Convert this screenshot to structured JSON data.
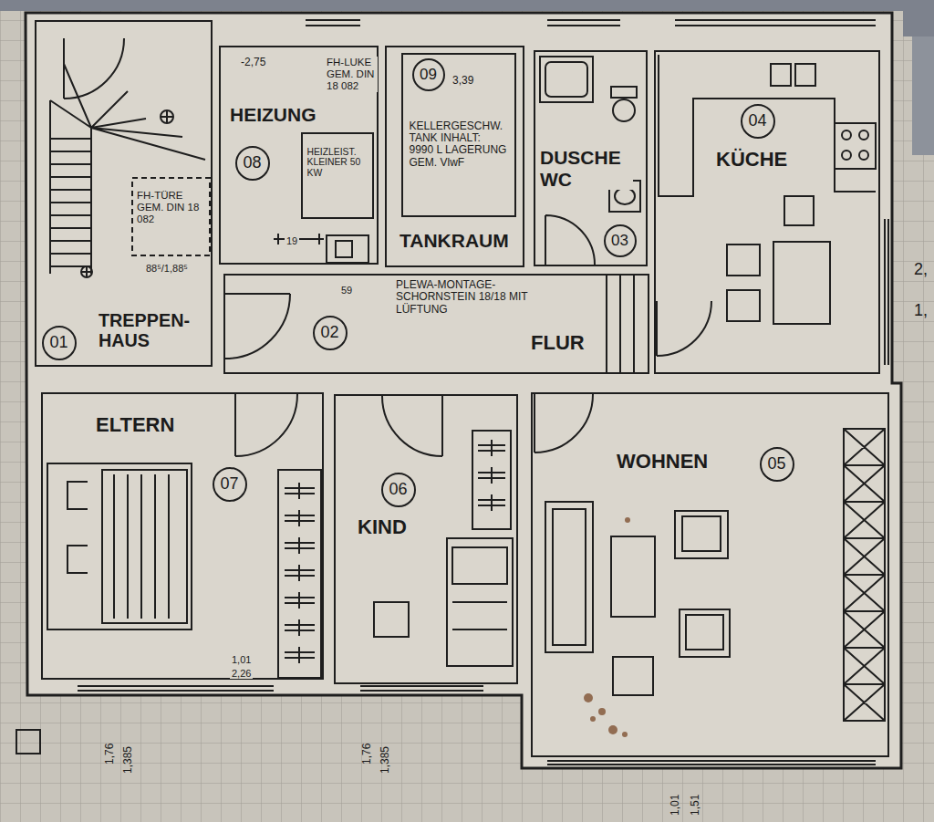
{
  "diagram": {
    "nodes": [
      {
        "text": [
          "TREPPEN- HAUS"
        ]
      },
      {
        "text": [
          "01"
        ],
        "in": 0
      },
      {
        "text": [
          "HEIZUNG"
        ]
      },
      {
        "text": [
          "08"
        ],
        "in": 2
      },
      {
        "text": [
          "HEIZLEIST. KLEINER 50 KW"
        ],
        "in": 2
      },
      {
        "text": [
          "TANKRAUM"
        ]
      },
      {
        "text": [
          "KELLERGESCHW. TANK INHALT: 9990 L LAGERUNG GEM. VlwF"
        ],
        "in": 5
      },
      {
        "text": [
          "09"
        ],
        "in": 6
      },
      {
        "text": [
          "DUSCHE WC"
        ]
      },
      {
        "text": [
          "03"
        ],
        "in": 8
      },
      {
        "text": [
          "KÜCHE"
        ]
      },
      {
        "text": [
          "04"
        ],
        "in": 10
      },
      {
        "text": [
          "FLUR"
        ]
      },
      {
        "text": [
          "02"
        ],
        "in": 12
      },
      {
        "text": [
          "ELTERN"
        ]
      },
      {
        "text": [
          "07"
        ],
        "in": 14
      },
      {
        "text": [
          "KIND"
        ]
      },
      {
        "text": [
          "06"
        ],
        "in": 16
      },
      {
        "text": [
          "WOHNEN"
        ]
      },
      {
        "text": [
          "05"
        ],
        "in": 18
      }
    ],
    "labels": [
      "-2,75",
      "FH-LUKE GEM. DIN 18 082",
      "19",
      "3,39",
      "FH-TÜRE GEM. DIN 18 082",
      "88⁵/1,88⁵",
      "59",
      "PLEWA-MONTAGE-SCHORNSTEIN 18/18 MIT LÜFTUNG",
      "1,01",
      "2,26",
      "1,76",
      "1,385",
      "1,76",
      "1,385",
      "1,01",
      "1,51",
      "2,",
      "1,"
    ]
  }
}
